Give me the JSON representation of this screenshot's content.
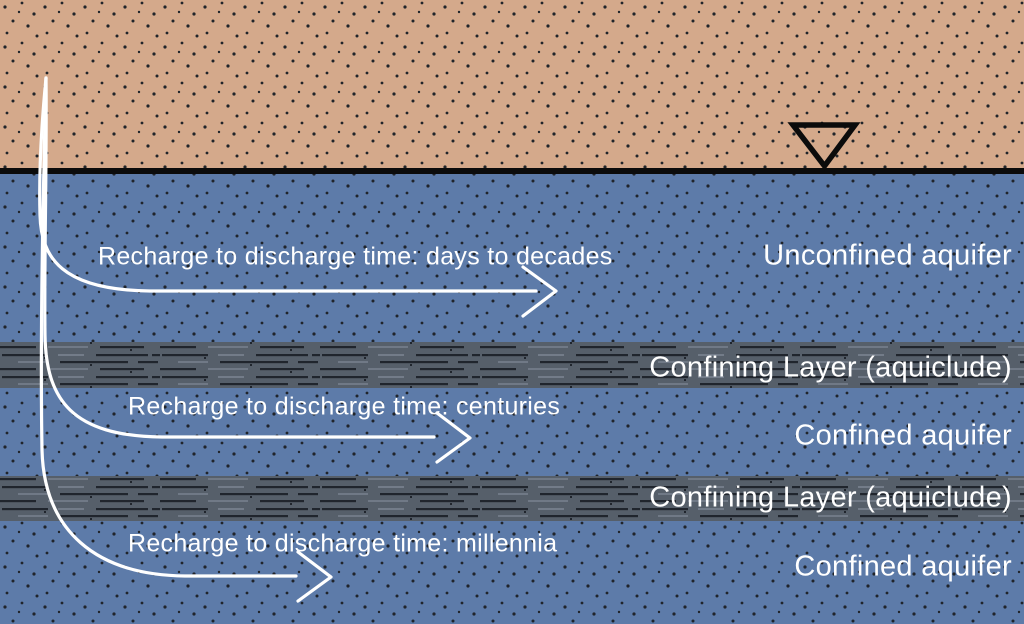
{
  "diagram": {
    "type": "geological-cross-section",
    "subject": "Aquifer recharge and discharge times"
  },
  "colors": {
    "ground": "#d4a98b",
    "aquifer": "#5d7ba9",
    "confining_layer": "#565f6a",
    "confining_dash_dark": "#20252d",
    "confining_dash_light": "#8a93a1",
    "surface_line": "#0b0b0b",
    "arrow": "#ffffff",
    "label_text": "#ffffff",
    "stipple": "#20242a"
  },
  "layers": [
    {
      "name": "surface-soil",
      "label": ""
    },
    {
      "name": "unconfined-aquifer",
      "label": "Unconfined aquifer"
    },
    {
      "name": "confining-layer-1",
      "label": "Confining Layer (aquiclude)"
    },
    {
      "name": "confined-aquifer-1",
      "label": "Confined aquifer"
    },
    {
      "name": "confining-layer-2",
      "label": "Confining Layer (aquiclude)"
    },
    {
      "name": "confined-aquifer-2",
      "label": "Confined aquifer"
    }
  ],
  "arrows": [
    {
      "name": "unconfined-flow",
      "label": "Recharge to discharge time: days to decades"
    },
    {
      "name": "confined-flow-1",
      "label": "Recharge to discharge time: centuries"
    },
    {
      "name": "confined-flow-2",
      "label": "Recharge to discharge time: millennia"
    }
  ],
  "symbols": {
    "water_table_marker": "inverted-triangle"
  }
}
